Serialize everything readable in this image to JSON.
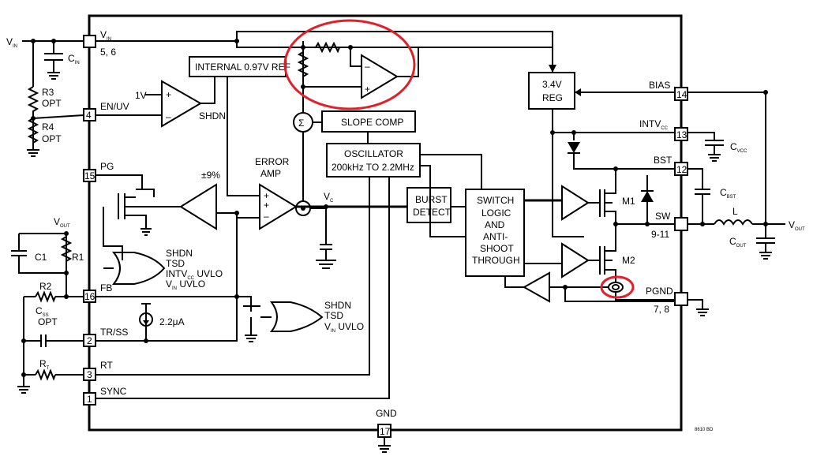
{
  "pins": {
    "vin": "V",
    "vin_sub": "IN",
    "vin_num": "5, 6",
    "enuv": "EN/UV",
    "enuv_num": "4",
    "pg": "PG",
    "pg_num": "15",
    "fb": "FB",
    "fb_num": "16",
    "trss": "TR/SS",
    "trss_num": "2",
    "rt": "RT",
    "rt_num": "3",
    "sync": "SYNC",
    "sync_num": "1",
    "bias": "BIAS",
    "bias_num": "14",
    "intvcc": "INTV",
    "intvcc_sub": "CC",
    "intvcc_num": "13",
    "bst": "BST",
    "bst_num": "12",
    "sw": "SW",
    "sw_num": "9-11",
    "pgnd": "PGND",
    "pgnd_num": "7, 8",
    "gnd": "GND",
    "gnd_num": "17"
  },
  "blocks": {
    "ref": "INTERNAL 0.97V REF",
    "reg1": "3.4V",
    "reg2": "REG",
    "slope": "SLOPE COMP",
    "osc1": "OSCILLATOR",
    "osc2": "200kHz TO 2.2MHz",
    "burst1": "BURST",
    "burst2": "DETECT",
    "sw1": "SWITCH",
    "sw2": "LOGIC",
    "sw3": "AND",
    "sw4": "ANTI-",
    "sw5": "SHOOT",
    "sw6": "THROUGH",
    "err1": "ERROR",
    "err2": "AMP",
    "sigma": "Σ"
  },
  "labels": {
    "ext_vin": "V",
    "ext_vin_sub": "IN",
    "cin": "C",
    "cin_sub": "IN",
    "r3": "R3",
    "r4": "R4",
    "opt": "OPT",
    "one_v": "1V",
    "shdn": "SHDN",
    "pct": "±9%",
    "vout": "V",
    "vout_sub": "OUT",
    "c1": "C1",
    "r1": "R1",
    "r2": "R2",
    "css": "C",
    "css_sub": "SS",
    "rt_res": "R",
    "rt_sub": "T",
    "tsd": "TSD",
    "intvcc_uvlo": "UVLO",
    "vin_uvlo": "UVLO",
    "current": "2.2μA",
    "vc": "V",
    "vc_sub": "C",
    "m1": "M1",
    "m2": "M2",
    "cvcc": "C",
    "cvcc_sub": "VCC",
    "cbst": "C",
    "cbst_sub": "BST",
    "ind": "L",
    "cout": "C",
    "cout_sub": "OUT",
    "plus": "+",
    "minus": "–",
    "code": "8610 BD"
  }
}
